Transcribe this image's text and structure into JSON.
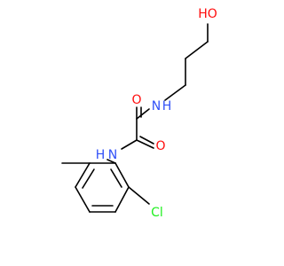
{
  "colors": {
    "bond": "#000000",
    "oxygen": "#ff0d0d",
    "nitrogen": "#3050f8",
    "chlorine": "#1ff01f"
  },
  "labels": {
    "hydroxyl": "HO",
    "amide_nh_top": "N",
    "amide_h_top": "H",
    "carbonyl_o_top": "O",
    "carbonyl_o_bottom": "O",
    "amide_nh_bottom": "N",
    "amide_h_bottom": "H",
    "chloro": "Cl"
  }
}
